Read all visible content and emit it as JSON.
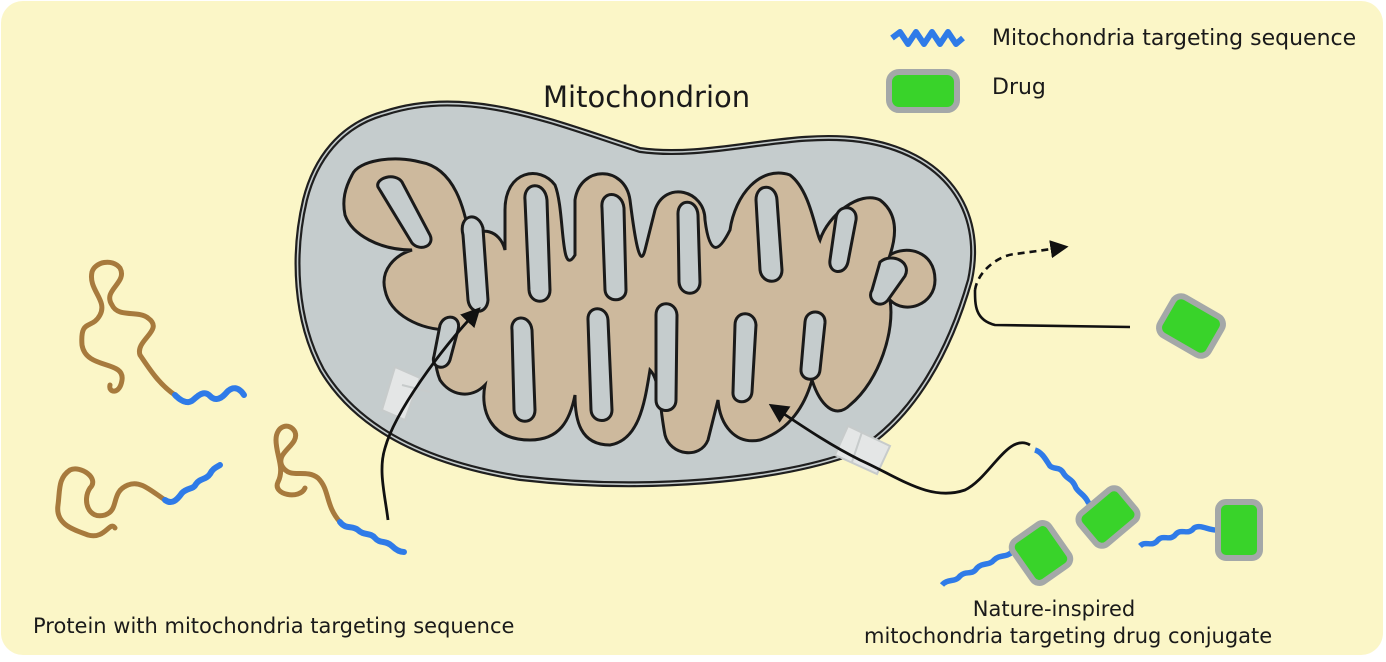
{
  "title": "Mitochondrion",
  "legend": {
    "targeting_sequence": "Mitochondria targeting sequence",
    "drug": "Drug"
  },
  "captions": {
    "protein": "Protein with mitochondria targeting sequence",
    "conjugate_line1": "Nature-inspired",
    "conjugate_line2": "mitochondria targeting drug conjugate"
  },
  "colors": {
    "background": "#fbf6c7",
    "outer_membrane": "#c9cfd0",
    "matrix": "#cdb99d",
    "protein_chain": "#a77a3d",
    "targeting_sequence": "#2f7be8",
    "drug_fill": "#39d32a",
    "drug_border": "#a4a8a8",
    "transporter": "#e6e8e8"
  },
  "icons": [
    "wavy-targeting-sequence-icon",
    "drug-capsule-icon"
  ]
}
